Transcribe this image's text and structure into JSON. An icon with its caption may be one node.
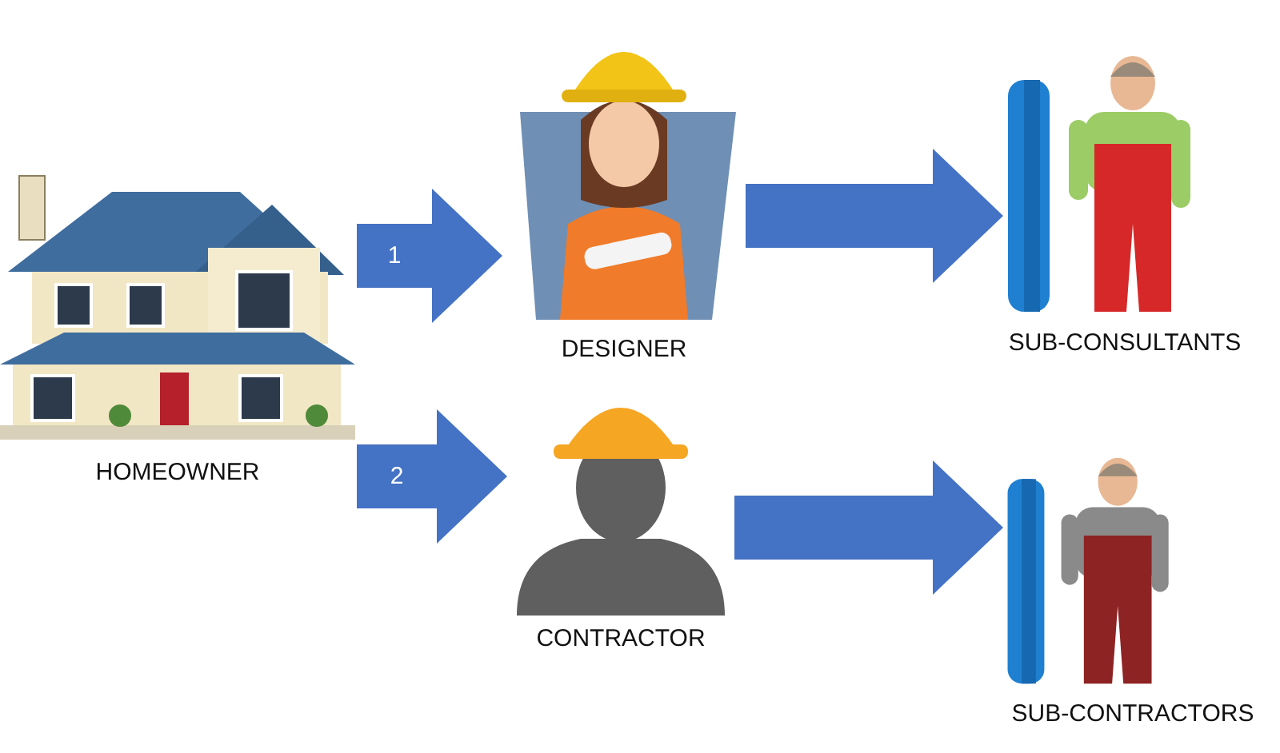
{
  "diagram": {
    "nodes": [
      {
        "text": [
          "HOMEOWNER"
        ]
      },
      {
        "text": [
          "DESIGNER"
        ]
      },
      {
        "text": [
          "CONTRACTOR"
        ]
      },
      {
        "text": [
          "SUB-CONSULTANTS"
        ]
      },
      {
        "text": [
          "SUB-CONTRACTORS"
        ]
      }
    ],
    "edges": [
      {
        "from": 0,
        "to": 1,
        "arrow": "to",
        "label": "1"
      },
      {
        "from": 0,
        "to": 2,
        "arrow": "to",
        "label": "2"
      },
      {
        "from": 1,
        "to": 3,
        "arrow": "to"
      },
      {
        "from": 2,
        "to": 4,
        "arrow": "to"
      }
    ]
  }
}
